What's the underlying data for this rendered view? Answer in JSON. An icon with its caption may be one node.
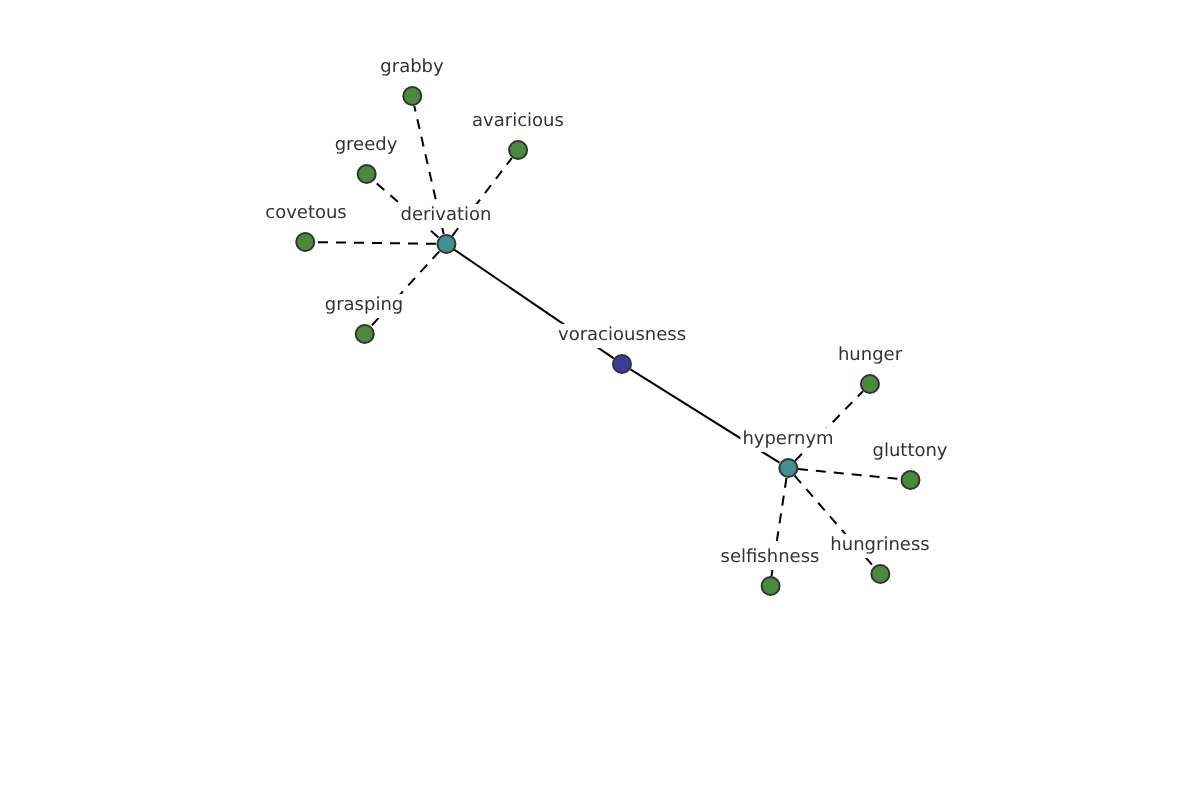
{
  "diagram": {
    "nodes": [
      {
        "text": [
          "voraciousness"
        ]
      },
      {
        "text": [
          "derivation"
        ]
      },
      {
        "text": [
          "grabby"
        ]
      },
      {
        "text": [
          "avaricious"
        ]
      },
      {
        "text": [
          "greedy"
        ]
      },
      {
        "text": [
          "covetous"
        ]
      },
      {
        "text": [
          "grasping"
        ]
      },
      {
        "text": [
          "hypernym"
        ]
      },
      {
        "text": [
          "hunger"
        ]
      },
      {
        "text": [
          "gluttony"
        ]
      },
      {
        "text": [
          "hungriness"
        ]
      },
      {
        "text": [
          "selfishness"
        ]
      }
    ],
    "edges": [
      {
        "from": 0,
        "to": 1,
        "arrow": "none"
      },
      {
        "from": 0,
        "to": 7,
        "arrow": "none"
      },
      {
        "from": 1,
        "to": 2,
        "arrow": "none",
        "style": "dashed"
      },
      {
        "from": 1,
        "to": 3,
        "arrow": "none",
        "style": "dashed"
      },
      {
        "from": 1,
        "to": 4,
        "arrow": "none",
        "style": "dashed"
      },
      {
        "from": 1,
        "to": 5,
        "arrow": "none",
        "style": "dashed"
      },
      {
        "from": 1,
        "to": 6,
        "arrow": "none",
        "style": "dashed"
      },
      {
        "from": 7,
        "to": 8,
        "arrow": "none",
        "style": "dashed"
      },
      {
        "from": 7,
        "to": 9,
        "arrow": "none",
        "style": "dashed"
      },
      {
        "from": 7,
        "to": 10,
        "arrow": "none",
        "style": "dashed"
      },
      {
        "from": 7,
        "to": 11,
        "arrow": "none",
        "style": "dashed"
      }
    ]
  }
}
